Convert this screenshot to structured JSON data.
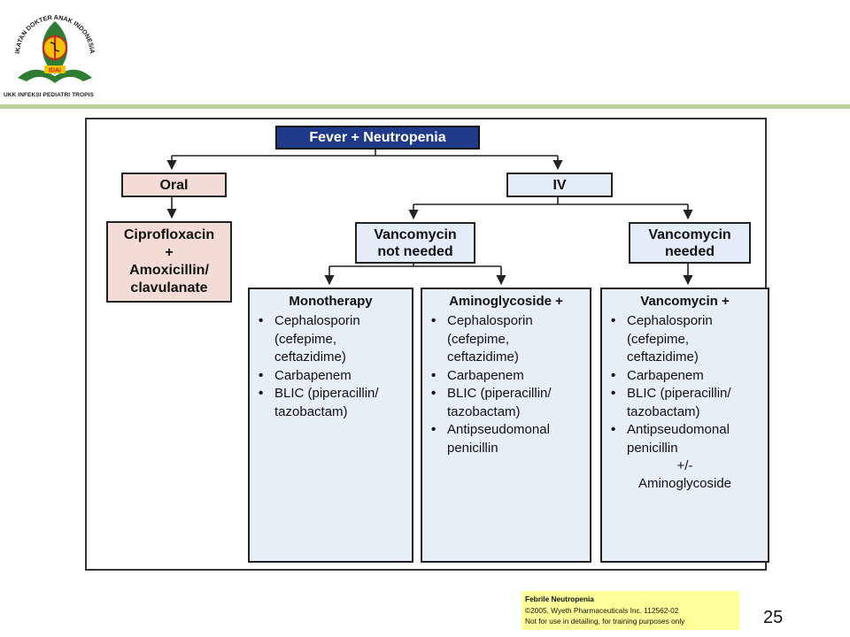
{
  "header": {
    "logo_arc_text": "IKATAN DOKTER ANAK INDONESIA",
    "logo_badge": "IDAI",
    "logo_caption": "UKK INFEKSI PEDIATRI TROPIS",
    "colors": {
      "rule": "#bcd09a",
      "logo_green": "#2e7d32",
      "logo_yellow": "#f2c300",
      "logo_red": "#c62828"
    }
  },
  "diagram": {
    "root": "Fever + Neutropenia",
    "oral": {
      "label": "Oral",
      "regimen": [
        "Ciprofloxacin",
        "+",
        "Amoxicillin/",
        "clavulanate"
      ]
    },
    "iv": {
      "label": "IV",
      "vanco_not_needed": [
        "Vancomycin",
        "not needed"
      ],
      "vanco_needed": [
        "Vancomycin",
        "needed"
      ],
      "monotherapy": {
        "title": "Monotherapy",
        "items": [
          "Cephalosporin (cefepime, ceftazidime)",
          "Carbapenem",
          "BLIC (piperacillin/ tazobactam)"
        ]
      },
      "aminoglycoside": {
        "title": "Aminoglycoside +",
        "items": [
          "Cephalosporin (cefepime, ceftazidime)",
          "Carbapenem",
          "BLIC (piperacillin/ tazobactam)",
          "Antipseudomonal penicillin"
        ]
      },
      "vancomycin_plus": {
        "title": "Vancomycin +",
        "items": [
          "Cephalosporin (cefepime, ceftazidime)",
          "Carbapenem",
          "BLIC (piperacillin/ tazobactam)",
          "Antipseudomonal penicillin"
        ],
        "extra": [
          "+/-",
          "Aminoglycoside"
        ]
      }
    },
    "colors": {
      "title_bg": "#1f3a88",
      "oral_bg": "#f3dcd6",
      "iv_bg": "#e4edf7",
      "column_bg": "#e8eef6"
    }
  },
  "footnote": {
    "title": "Febrile Neutropenia",
    "line1": "©2005, Wyeth Pharmaceuticals Inc. 112562-02",
    "line2": "Not for use in detailing, for training purposes only"
  },
  "page_number": "25"
}
